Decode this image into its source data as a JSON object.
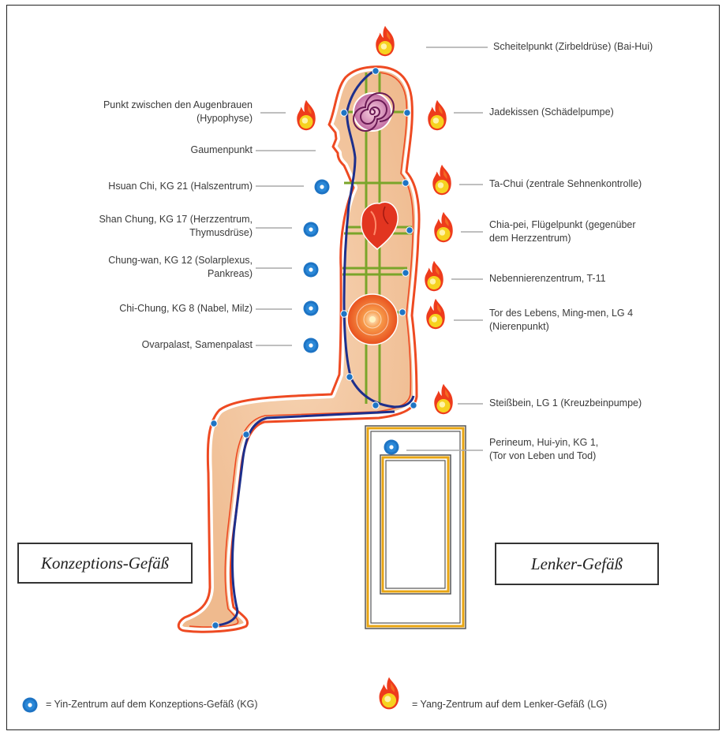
{
  "left_labels": [
    {
      "id": "augenbrauen",
      "lines": [
        "Punkt zwischen den Augenbrauen",
        "(Hypophyse)"
      ]
    },
    {
      "id": "gaumen",
      "lines": [
        "Gaumenpunkt"
      ]
    },
    {
      "id": "halszentrum",
      "lines": [
        "Hsuan Chi, KG 21 (Halszentrum)"
      ]
    },
    {
      "id": "herzzentrum",
      "lines": [
        "Shan Chung, KG 17 (Herzzentrum,",
        "Thymusdrüse)"
      ]
    },
    {
      "id": "solarplexus",
      "lines": [
        "Chung-wan, KG 12 (Solarplexus,",
        "Pankreas)"
      ]
    },
    {
      "id": "nabel",
      "lines": [
        "Chi-Chung, KG 8 (Nabel, Milz)"
      ]
    },
    {
      "id": "ovarpalast",
      "lines": [
        "Ovarpalast, Samenpalast"
      ]
    }
  ],
  "right_labels": [
    {
      "id": "scheitel",
      "lines": [
        "Scheitelpunkt (Zirbeldrüse) (Bai-Hui)"
      ]
    },
    {
      "id": "jadekissen",
      "lines": [
        "Jadekissen (Schädelpumpe)"
      ]
    },
    {
      "id": "tachui",
      "lines": [
        "Ta-Chui (zentrale Sehnenkontrolle)"
      ]
    },
    {
      "id": "chiapei",
      "lines": [
        "Chia-pei, Flügelpunkt (gegenüber",
        "dem Herzzentrum)"
      ]
    },
    {
      "id": "nebenniere",
      "lines": [
        "Nebennierenzentrum, T-11"
      ]
    },
    {
      "id": "tordeslebens",
      "lines": [
        "Tor des Lebens, Ming-men, LG 4",
        "(Nierenpunkt)"
      ]
    },
    {
      "id": "steissbein",
      "lines": [
        "Steißbein, LG 1 (Kreuzbeinpumpe)"
      ]
    },
    {
      "id": "perineum",
      "lines": [
        "Perineum, Hui-yin, KG 1,",
        "(Tor von Leben und Tod)"
      ]
    }
  ],
  "boxes": {
    "konzeption": "Konzeptions-Gefäß",
    "lenker": "Lenker-Gefäß"
  },
  "legend": {
    "yin": "= Yin-Zentrum auf dem Konzeptions-Gefäß (KG)",
    "yang": "= Yang-Zentrum auf dem Lenker-Gefäß (LG)"
  },
  "icons": {
    "yin": "blue-dot-icon",
    "yang": "flame-icon"
  },
  "colors": {
    "body_fill": "#f4c9a4",
    "body_outline": "#ee4a22",
    "conception_vessel": "#1d2f8c",
    "governor_vessel": "#7aa52a",
    "yin_dot": "#1e74c4",
    "flame_outer": "#ee3b1c",
    "flame_inner": "#f6d21f",
    "chair": "#e8a512"
  }
}
